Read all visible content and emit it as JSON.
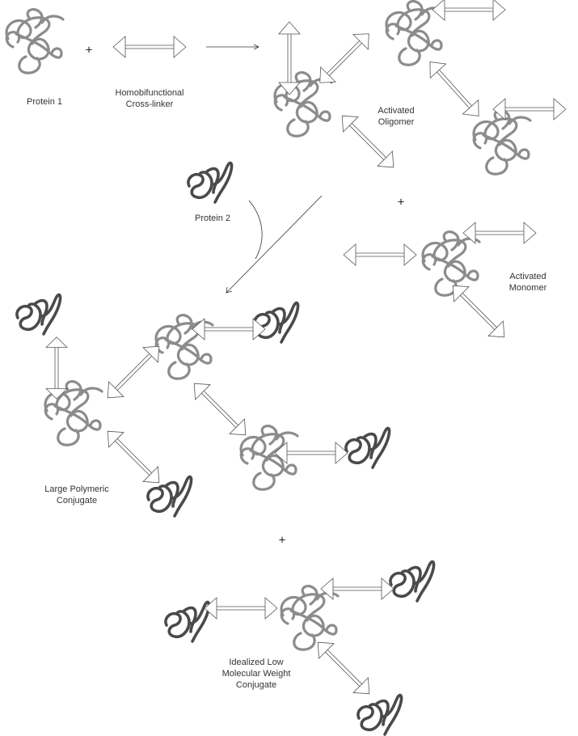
{
  "title": "Homobifunctional cross-linker conjugation scheme",
  "labels": {
    "protein1": "Protein 1",
    "crosslinker_line1": "Homobifunctional",
    "crosslinker_line2": "Cross-linker",
    "oligomer_line1": "Activated",
    "oligomer_line2": "Oligomer",
    "protein2": "Protein 2",
    "monomer_line1": "Activated",
    "monomer_line2": "Monomer",
    "polymeric_line1": "Large Polymeric",
    "polymeric_line2": "Conjugate",
    "lmw_line1": "Idealized Low",
    "lmw_line2": "Molecular Weight",
    "lmw_line3": "Conjugate"
  },
  "operators": {
    "plus1": "+",
    "plus2": "+",
    "plus3": "+"
  },
  "colors": {
    "protein1": "#8c8c8c",
    "protein2": "#4a4a4a",
    "linker_outline": "#555555",
    "text": "#333333"
  }
}
